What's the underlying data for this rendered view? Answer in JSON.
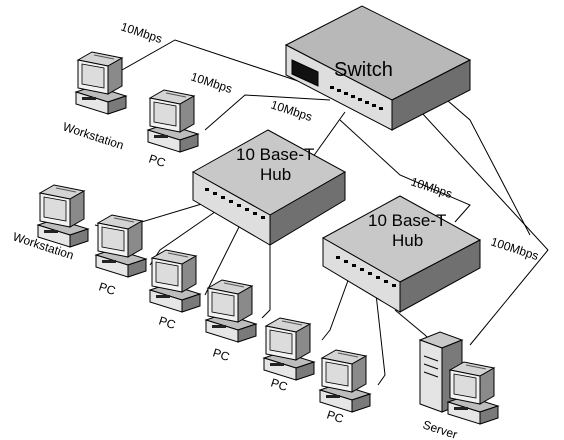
{
  "switch": {
    "label": "Switch"
  },
  "hubs": [
    {
      "line1": "10 Base-T",
      "line2": "Hub"
    },
    {
      "line1": "10 Base-T",
      "line2": "Hub"
    }
  ],
  "speeds": {
    "ws_top": "10Mbps",
    "pc_top": "10Mbps",
    "hub1": "10Mbps",
    "hub2": "10Mbps",
    "server": "100Mbps"
  },
  "devices": [
    {
      "id": "ws-top",
      "label": "Workstation"
    },
    {
      "id": "pc-top",
      "label": "PC"
    },
    {
      "id": "ws-left",
      "label": "Workstation"
    },
    {
      "id": "pc-1",
      "label": "PC"
    },
    {
      "id": "pc-2",
      "label": "PC"
    },
    {
      "id": "pc-3",
      "label": "PC"
    },
    {
      "id": "pc-4",
      "label": "PC"
    },
    {
      "id": "pc-5",
      "label": "PC"
    },
    {
      "id": "server",
      "label": "Server"
    }
  ]
}
